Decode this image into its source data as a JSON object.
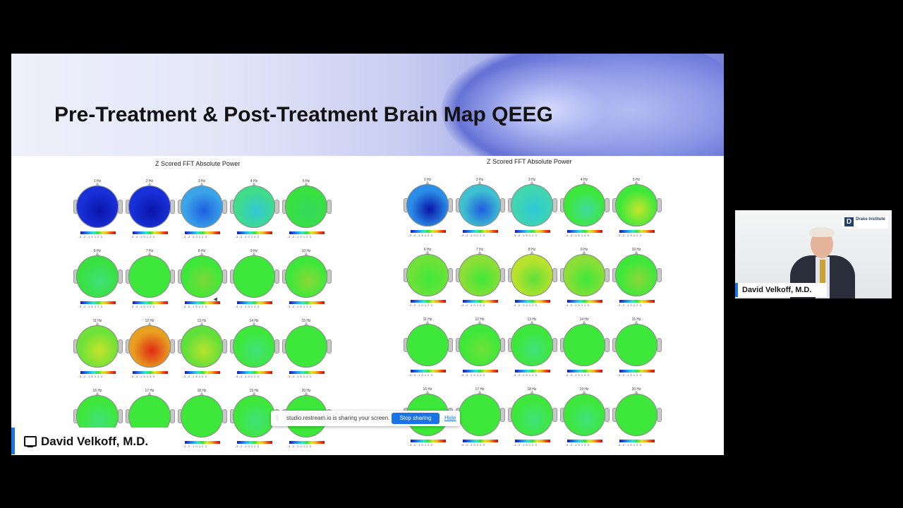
{
  "slide": {
    "title": "Pre-Treatment & Post-Treatment Brain Map QEEG"
  },
  "panels": [
    {
      "title": "Z Scored FFT Absolute Power",
      "heads": [
        {
          "hz": "1 Hz",
          "color": "#1730d8",
          "accent": "#0a14a8"
        },
        {
          "hz": "2 Hz",
          "color": "#1730d8",
          "accent": "#0a14a8"
        },
        {
          "hz": "3 Hz",
          "color": "#3aa4e8",
          "accent": "#1e5ee0"
        },
        {
          "hz": "4 Hz",
          "color": "#3fdc8a",
          "accent": "#30c8d8"
        },
        {
          "hz": "5 Hz",
          "color": "#39e040",
          "accent": "#34d860"
        },
        {
          "hz": "6 Hz",
          "color": "#39e040",
          "accent": "#42e07a"
        },
        {
          "hz": "7 Hz",
          "color": "#3ee83a",
          "accent": "#3ee83a"
        },
        {
          "hz": "8 Hz",
          "color": "#3ee83a",
          "accent": "#7ad838"
        },
        {
          "hz": "9 Hz",
          "color": "#3ee83a",
          "accent": "#3ee83a"
        },
        {
          "hz": "10 Hz",
          "color": "#3ee83a",
          "accent": "#8ad838"
        },
        {
          "hz": "11 Hz",
          "color": "#6ee238",
          "accent": "#c6e42c"
        },
        {
          "hz": "12 Hz",
          "color": "#e8a020",
          "accent": "#e02a14"
        },
        {
          "hz": "13 Hz",
          "color": "#5fe03a",
          "accent": "#b8e22c"
        },
        {
          "hz": "14 Hz",
          "color": "#3ee83a",
          "accent": "#42e07a"
        },
        {
          "hz": "15 Hz",
          "color": "#3ee83a",
          "accent": "#3ee83a"
        },
        {
          "hz": "16 Hz",
          "color": "#3ee83a",
          "accent": "#42e07a"
        },
        {
          "hz": "17 Hz",
          "color": "#3ee83a",
          "accent": "#3ee83a"
        },
        {
          "hz": "18 Hz",
          "color": "#3ee83a",
          "accent": "#3ee83a"
        },
        {
          "hz": "19 Hz",
          "color": "#3ee83a",
          "accent": "#42e07a"
        },
        {
          "hz": "20 Hz",
          "color": "#3ee83a",
          "accent": "#3ee83a"
        }
      ]
    },
    {
      "title": "Z Scored FFT Absolute Power",
      "heads": [
        {
          "hz": "1 Hz",
          "color": "#2a8ee8",
          "accent": "#0a14a8"
        },
        {
          "hz": "2 Hz",
          "color": "#3fc0d0",
          "accent": "#1e5ee0"
        },
        {
          "hz": "3 Hz",
          "color": "#3fd6b0",
          "accent": "#30c8d8"
        },
        {
          "hz": "4 Hz",
          "color": "#3ee83a",
          "accent": "#42d8a0"
        },
        {
          "hz": "5 Hz",
          "color": "#3ee83a",
          "accent": "#c6e42c"
        },
        {
          "hz": "6 Hz",
          "color": "#6ee238",
          "accent": "#3ee83a"
        },
        {
          "hz": "7 Hz",
          "color": "#8ade36",
          "accent": "#3ee83a"
        },
        {
          "hz": "8 Hz",
          "color": "#b8e22c",
          "accent": "#5fe03a"
        },
        {
          "hz": "9 Hz",
          "color": "#8ade36",
          "accent": "#3ee83a"
        },
        {
          "hz": "10 Hz",
          "color": "#3ee83a",
          "accent": "#8ad838"
        },
        {
          "hz": "11 Hz",
          "color": "#3ee83a",
          "accent": "#3ee83a"
        },
        {
          "hz": "12 Hz",
          "color": "#3ee83a",
          "accent": "#6ee238"
        },
        {
          "hz": "13 Hz",
          "color": "#3ee83a",
          "accent": "#42e07a"
        },
        {
          "hz": "14 Hz",
          "color": "#3ee83a",
          "accent": "#3ee83a"
        },
        {
          "hz": "15 Hz",
          "color": "#3ee83a",
          "accent": "#3ee83a"
        },
        {
          "hz": "16 Hz",
          "color": "#3ee83a",
          "accent": "#3ee83a"
        },
        {
          "hz": "17 Hz",
          "color": "#3ee83a",
          "accent": "#3ee83a"
        },
        {
          "hz": "18 Hz",
          "color": "#3ee83a",
          "accent": "#42e07a"
        },
        {
          "hz": "19 Hz",
          "color": "#3ee83a",
          "accent": "#42e07a"
        },
        {
          "hz": "20 Hz",
          "color": "#3ee83a",
          "accent": "#3ee83a"
        }
      ]
    }
  ],
  "colorbar": {
    "ticks": "-3 -2 -1  0  1  2  3"
  },
  "share_bar": {
    "text": "studio.restream.io is sharing your screen.",
    "stop_label": "Stop sharing",
    "hide_label": "Hide"
  },
  "presenter": {
    "name": "David Velkoff, M.D.",
    "camera_name": "David Velkoff, M.D.",
    "logo_text": "Drake Institute",
    "logo_letter": "D"
  }
}
